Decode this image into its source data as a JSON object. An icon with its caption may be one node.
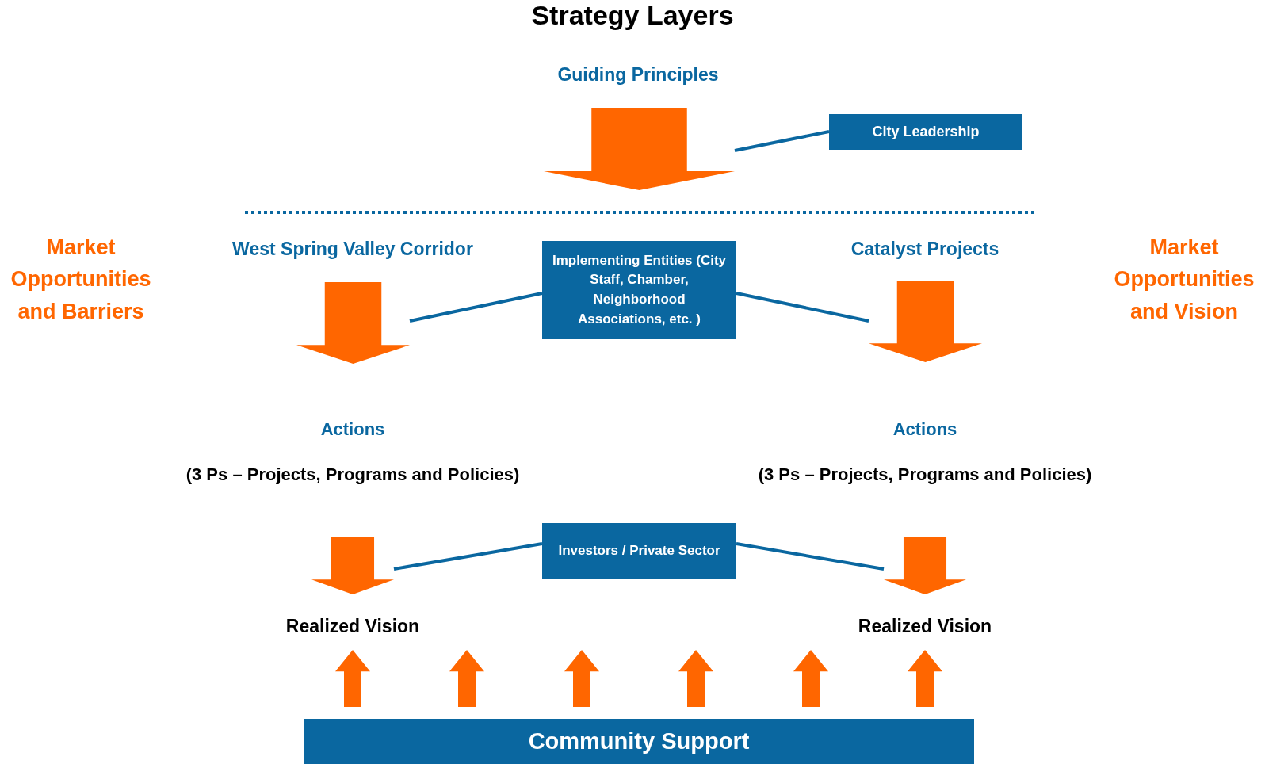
{
  "diagram": {
    "title": "Strategy Layers",
    "nodes": [
      {
        "text": [
          "Guiding Principles"
        ]
      },
      {
        "text": [],
        "shape": "arrow"
      },
      {
        "text": [
          "City Leadership"
        ]
      },
      {
        "text": [
          "Market Opportunities and Barriers"
        ]
      },
      {
        "text": [
          "West Spring Valley Corridor"
        ]
      },
      {
        "text": [
          "Implementing Entities (City Staff, Chamber, Neighborhood Associations, etc. )"
        ]
      },
      {
        "text": [
          "Catalyst Projects"
        ]
      },
      {
        "text": [
          "Market Opportunities and Vision"
        ]
      },
      {
        "text": [],
        "shape": "arrow"
      },
      {
        "text": [],
        "shape": "arrow"
      },
      {
        "text": [
          "Actions",
          "(3 Ps – Projects, Programs and Policies)"
        ]
      },
      {
        "text": [
          "Actions",
          "(3 Ps – Projects, Programs and Policies)"
        ]
      },
      {
        "text": [],
        "shape": "arrow"
      },
      {
        "text": [
          "Investors / Private Sector"
        ]
      },
      {
        "text": [],
        "shape": "arrow"
      },
      {
        "text": [
          "Realized Vision"
        ]
      },
      {
        "text": [
          "Realized Vision"
        ]
      },
      {
        "text": [],
        "shape": "arrow"
      },
      {
        "text": [],
        "shape": "arrow"
      },
      {
        "text": [],
        "shape": "arrow"
      },
      {
        "text": [],
        "shape": "arrow"
      },
      {
        "text": [],
        "shape": "arrow"
      },
      {
        "text": [],
        "shape": "arrow"
      },
      {
        "text": [
          "Community Support"
        ]
      }
    ],
    "edges": [
      {
        "from": 2,
        "to": 1,
        "arrow": "none"
      },
      {
        "from": 5,
        "to": 8,
        "arrow": "none"
      },
      {
        "from": 5,
        "to": 9,
        "arrow": "none"
      },
      {
        "from": 13,
        "to": 12,
        "arrow": "none"
      },
      {
        "from": 13,
        "to": 14,
        "arrow": "none"
      }
    ]
  }
}
